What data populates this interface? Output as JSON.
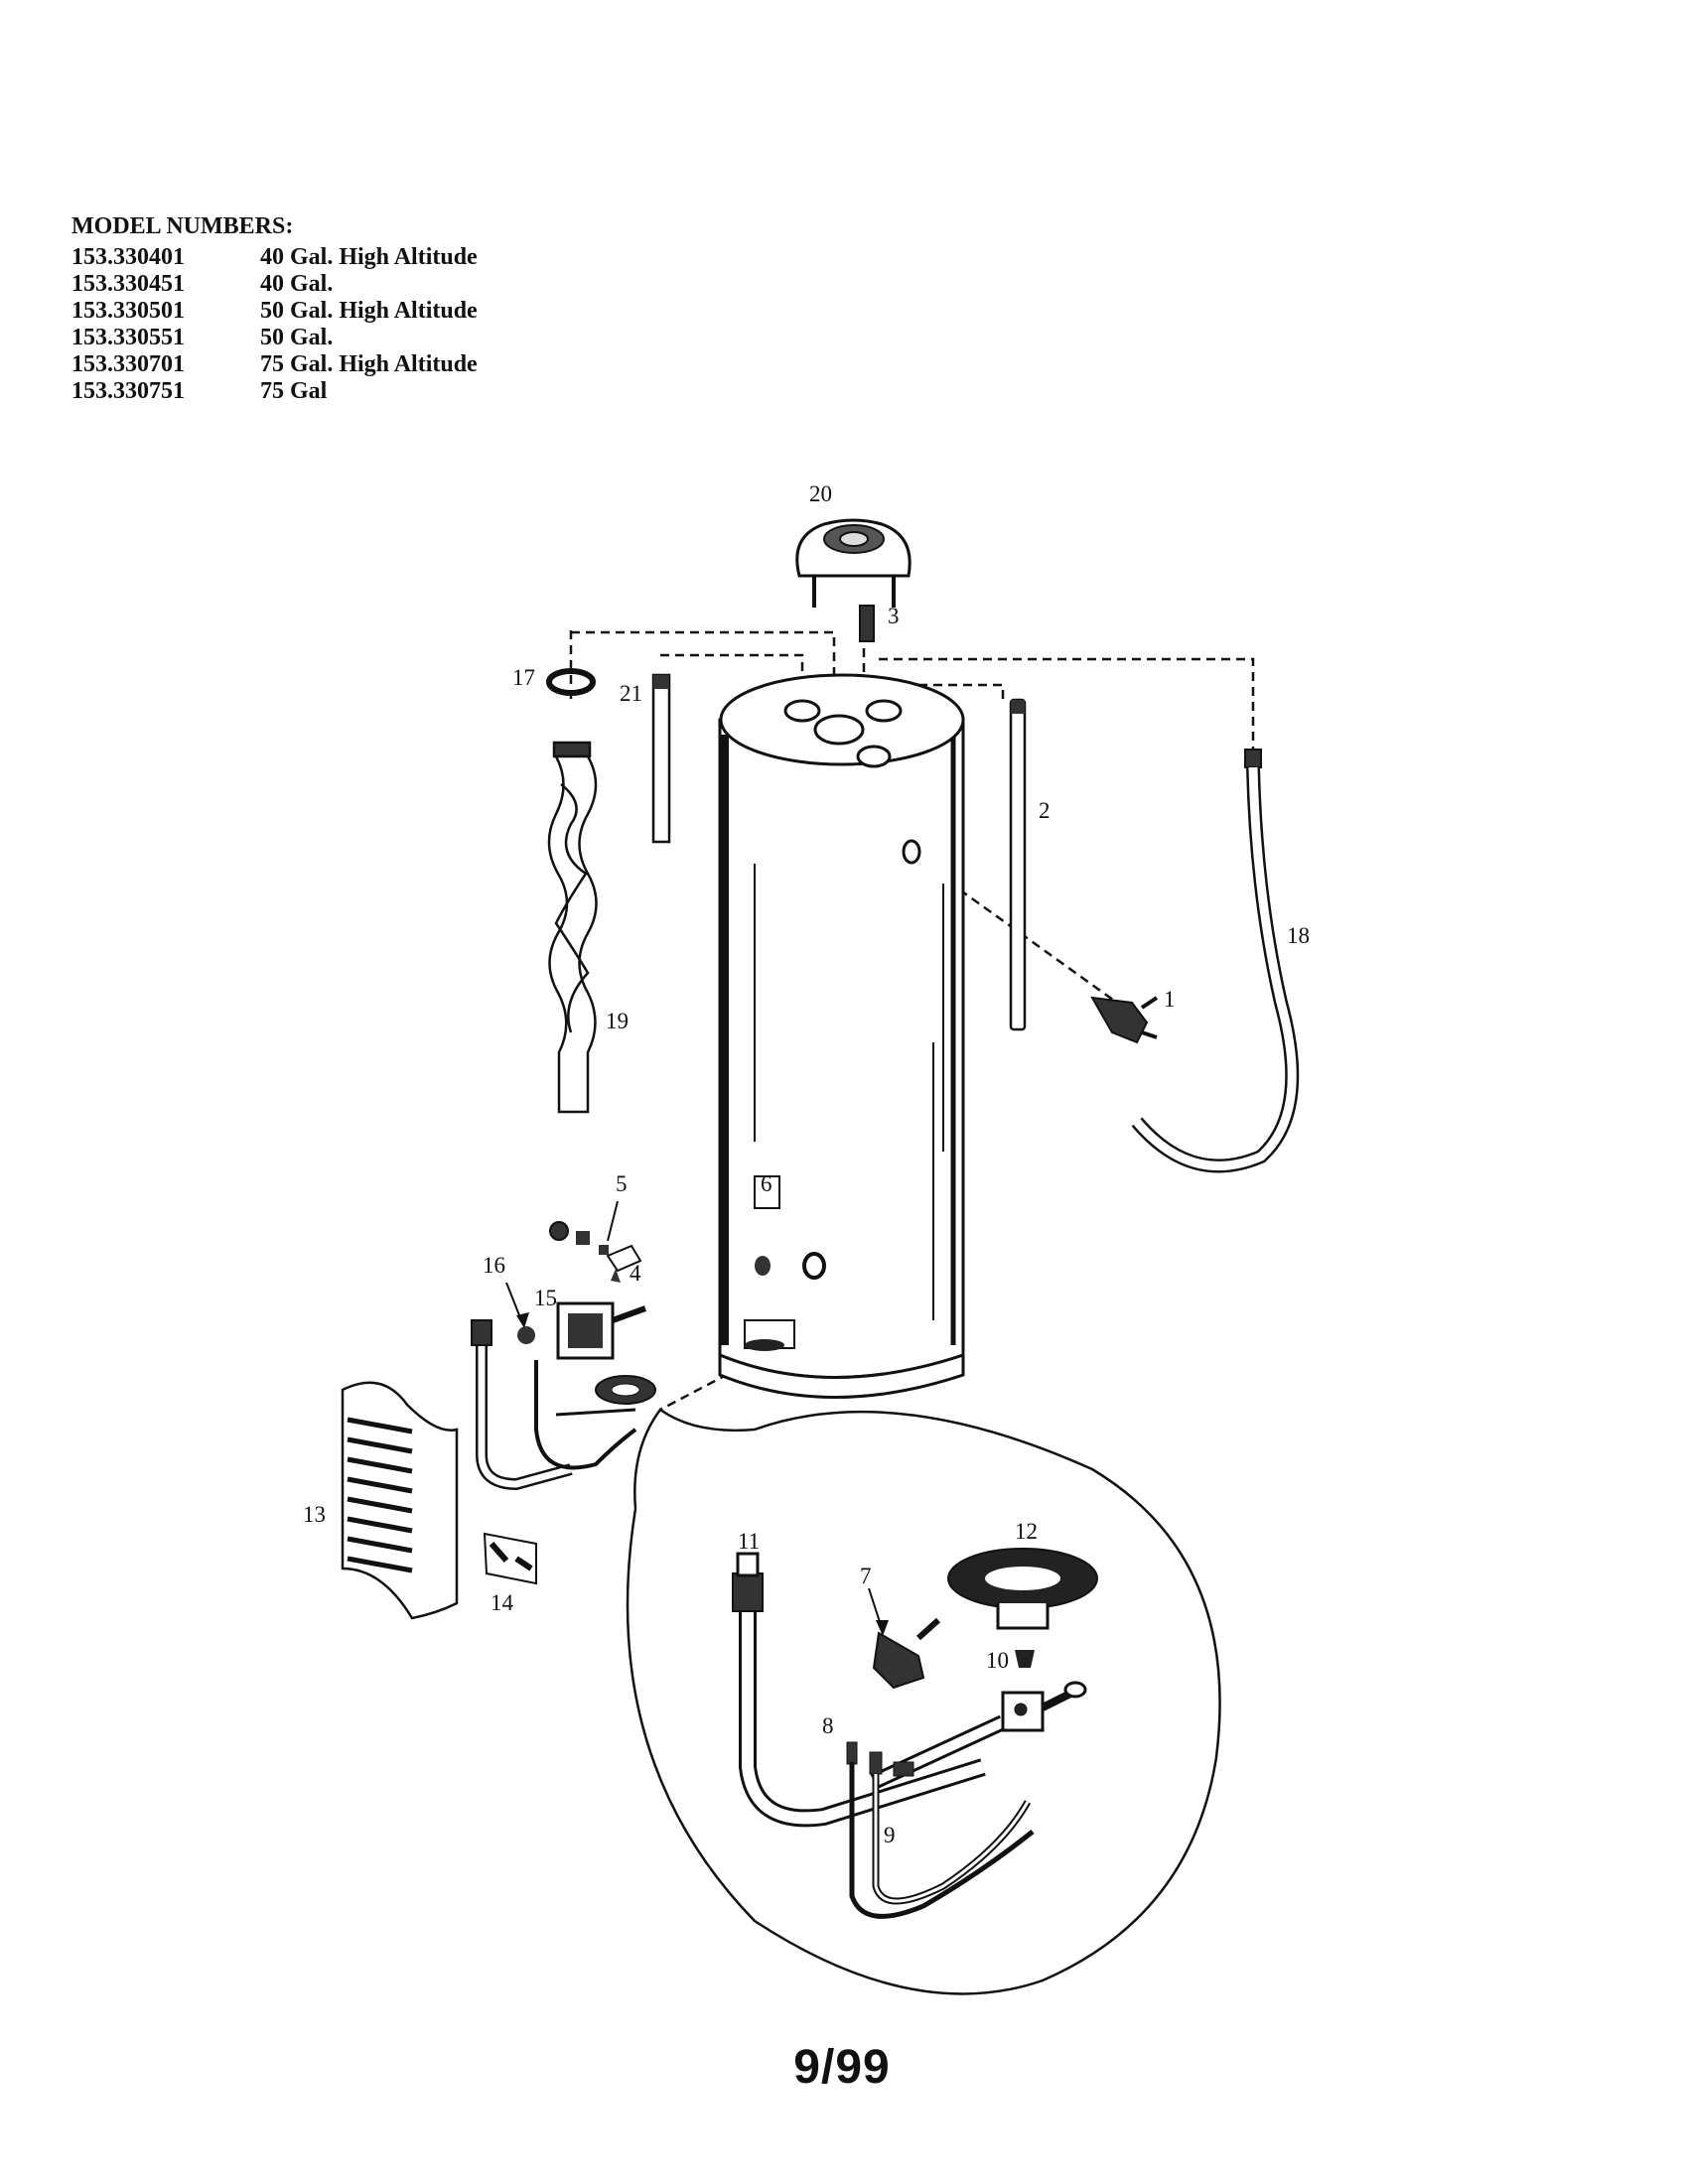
{
  "models": {
    "heading": "MODEL NUMBERS:",
    "rows": [
      {
        "number": "153.330401",
        "desc": "40 Gal. High Altitude"
      },
      {
        "number": "153.330451",
        "desc": "40 Gal."
      },
      {
        "number": "153.330501",
        "desc": "50 Gal. High Altitude"
      },
      {
        "number": "153.330551",
        "desc": "50 Gal."
      },
      {
        "number": "153.330701",
        "desc": "75 Gal. High Altitude"
      },
      {
        "number": "153.330751",
        "desc": "75 Gal"
      }
    ]
  },
  "labels": {
    "p1": "1",
    "p2": "2",
    "p3": "3",
    "p4": "4",
    "p5": "5",
    "p6": "6",
    "p7": "7",
    "p8": "8",
    "p9": "9",
    "p10": "10",
    "p11": "11",
    "p12": "12",
    "p13": "13",
    "p14": "14",
    "p15": "15",
    "p16": "16",
    "p17": "17",
    "p18": "18",
    "p19": "19",
    "p20": "20",
    "p21": "21"
  },
  "page_number": "9/99"
}
